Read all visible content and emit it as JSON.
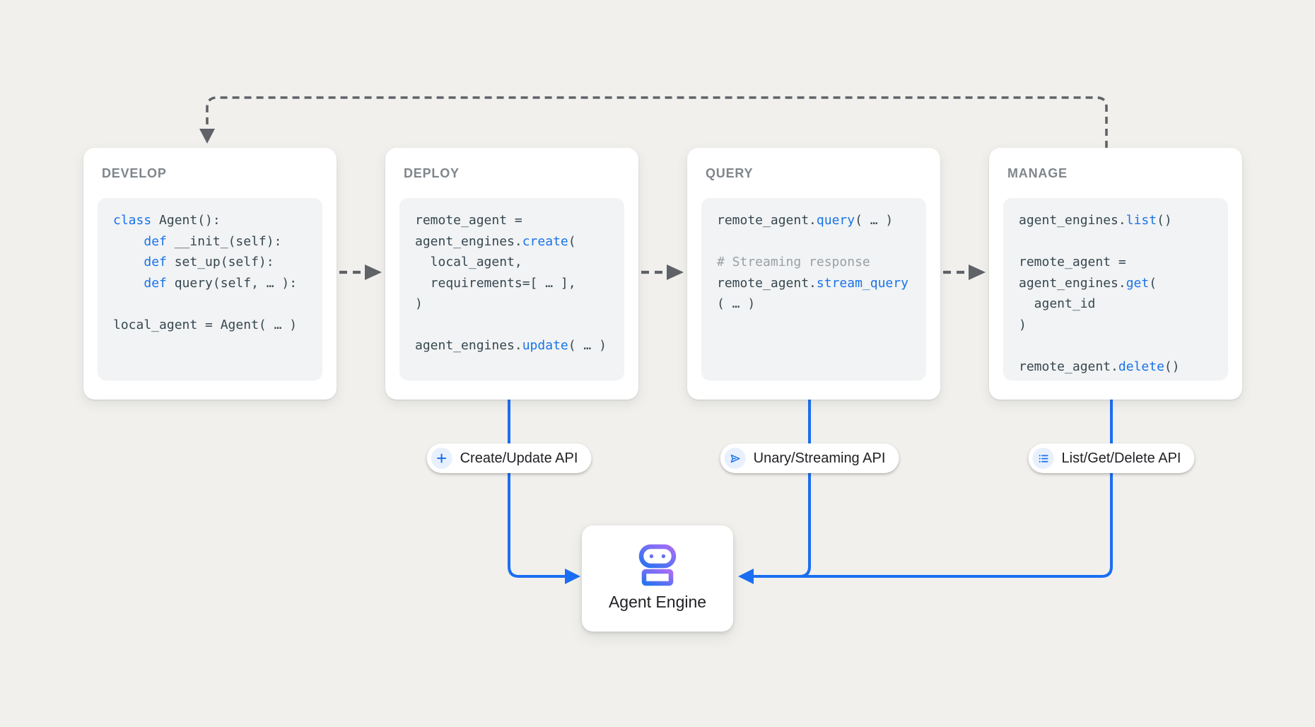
{
  "colors": {
    "background": "#f1f0ed",
    "connector_gray": "#5f6368",
    "connector_blue": "#1b6ef3",
    "keyword_blue": "#1a73e8",
    "comment_gray": "#9aa0a6",
    "code_text": "#37474f",
    "card_title_gray": "#80868b",
    "code_block_bg": "#f1f3f4",
    "icon_circle_bg": "#e8f0fe",
    "robot_gradient_blue": "#2574f0",
    "robot_gradient_purple": "#a96cf7"
  },
  "cards": [
    {
      "title": "DEVELOP",
      "code": [
        [
          {
            "s": "k",
            "t": "class"
          },
          {
            "s": "p",
            "t": " Agent():"
          }
        ],
        [
          {
            "s": "p",
            "t": "    "
          },
          {
            "s": "k",
            "t": "def"
          },
          {
            "s": "p",
            "t": " __init_(self):"
          }
        ],
        [
          {
            "s": "p",
            "t": "    "
          },
          {
            "s": "k",
            "t": "def"
          },
          {
            "s": "p",
            "t": " set_up(self):"
          }
        ],
        [
          {
            "s": "p",
            "t": "    "
          },
          {
            "s": "k",
            "t": "def"
          },
          {
            "s": "p",
            "t": " query(self, … ):"
          }
        ],
        [],
        [
          {
            "s": "p",
            "t": "local_agent = Agent( … )"
          }
        ]
      ]
    },
    {
      "title": "DEPLOY",
      "code": [
        [
          {
            "s": "p",
            "t": "remote_agent ="
          }
        ],
        [
          {
            "s": "p",
            "t": "agent_engines."
          },
          {
            "s": "k",
            "t": "create"
          },
          {
            "s": "p",
            "t": "("
          }
        ],
        [
          {
            "s": "p",
            "t": "  local_agent,"
          }
        ],
        [
          {
            "s": "p",
            "t": "  requirements=[ … ],"
          }
        ],
        [
          {
            "s": "p",
            "t": ")"
          }
        ],
        [],
        [
          {
            "s": "p",
            "t": "agent_engines."
          },
          {
            "s": "k",
            "t": "update"
          },
          {
            "s": "p",
            "t": "( … )"
          }
        ]
      ]
    },
    {
      "title": "QUERY",
      "code": [
        [
          {
            "s": "p",
            "t": "remote_agent."
          },
          {
            "s": "k",
            "t": "query"
          },
          {
            "s": "p",
            "t": "( … )"
          }
        ],
        [],
        [
          {
            "s": "c",
            "t": "# Streaming response"
          }
        ],
        [
          {
            "s": "p",
            "t": "remote_agent."
          },
          {
            "s": "k",
            "t": "stream_query"
          }
        ],
        [
          {
            "s": "p",
            "t": "( … )"
          }
        ]
      ]
    },
    {
      "title": "MANAGE",
      "code": [
        [
          {
            "s": "p",
            "t": "agent_engines."
          },
          {
            "s": "k",
            "t": "list"
          },
          {
            "s": "p",
            "t": "()"
          }
        ],
        [],
        [
          {
            "s": "p",
            "t": "remote_agent ="
          }
        ],
        [
          {
            "s": "p",
            "t": "agent_engines."
          },
          {
            "s": "k",
            "t": "get"
          },
          {
            "s": "p",
            "t": "("
          }
        ],
        [
          {
            "s": "p",
            "t": "  agent_id"
          }
        ],
        [
          {
            "s": "p",
            "t": ")"
          }
        ],
        [],
        [
          {
            "s": "p",
            "t": "remote_agent."
          },
          {
            "s": "k",
            "t": "delete"
          },
          {
            "s": "p",
            "t": "()"
          }
        ]
      ]
    }
  ],
  "pills": [
    {
      "label": "Create/Update API",
      "icon": "plus-icon"
    },
    {
      "label": "Unary/Streaming API",
      "icon": "send-icon"
    },
    {
      "label": "List/Get/Delete API",
      "icon": "list-icon"
    }
  ],
  "engine": {
    "label": "Agent Engine"
  }
}
